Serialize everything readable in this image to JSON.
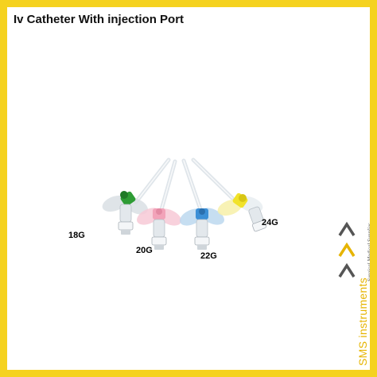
{
  "title": "Iv Catheter With injection Port",
  "catheters": [
    {
      "gauge": "18G",
      "color": "#2e9c35"
    },
    {
      "gauge": "20G",
      "color": "#f2a3b9"
    },
    {
      "gauge": "22G",
      "color": "#3b8fd6"
    },
    {
      "gauge": "24G",
      "color": "#f1e22a"
    }
  ],
  "brand": {
    "name": "SMS instruments",
    "tagline": "Surgical Medical Supplies",
    "color": "#e6b400"
  },
  "frame_color": "#f5d21f"
}
